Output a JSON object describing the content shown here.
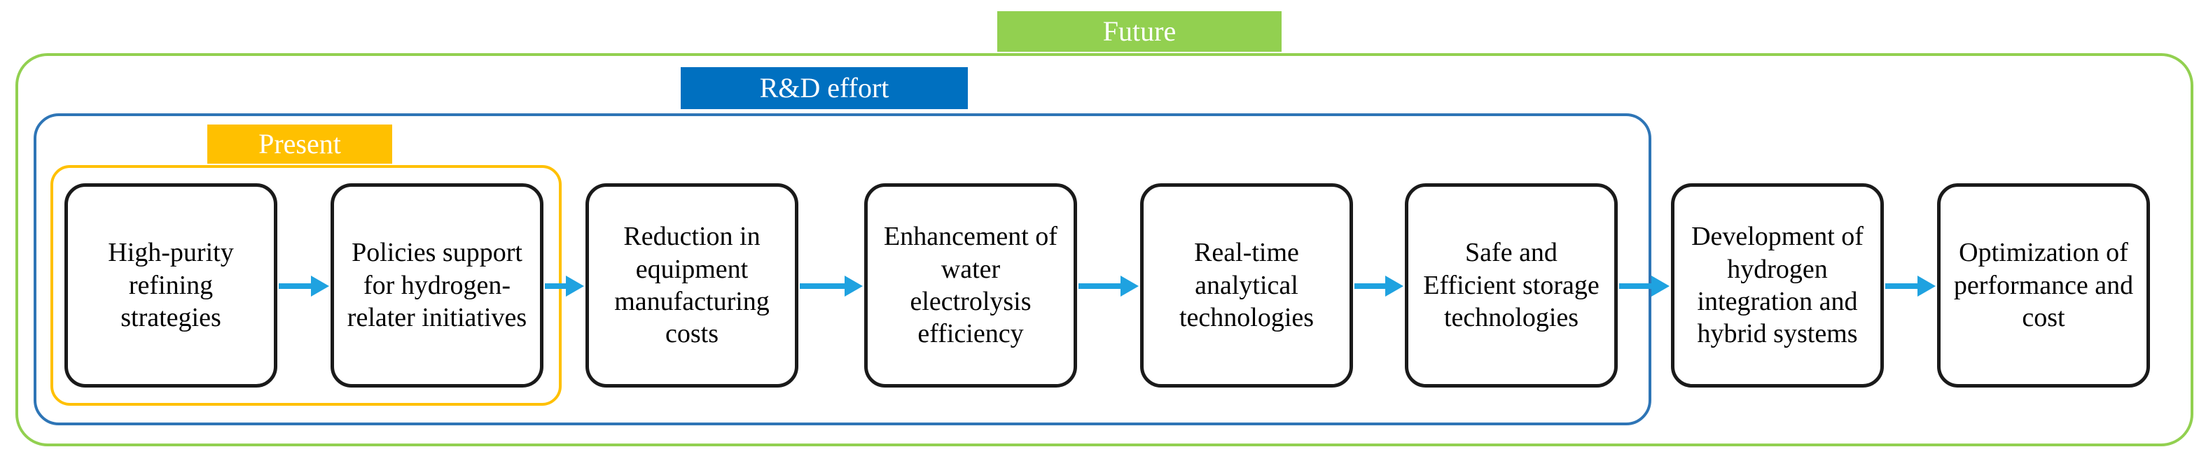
{
  "labels": {
    "future": "Future",
    "rd_effort": "R&D effort",
    "present": "Present"
  },
  "steps": [
    "High-purity refining strategies",
    "Policies support for hydrogen-relater initiatives",
    "Reduction in equipment manufacturing costs",
    "Enhancement of water electrolysis efficiency",
    "Real-time analytical technologies",
    "Safe and Efficient storage technologies",
    "Development of hydrogen integration and hybrid systems",
    "Optimization of performance and cost"
  ],
  "colors": {
    "future": "#92d050",
    "rd_effort": "#0070c0",
    "rd_frame": "#2e75b6",
    "present": "#ffc000",
    "arrow": "#1fa2e0",
    "box_border": "#1a1a1a"
  }
}
